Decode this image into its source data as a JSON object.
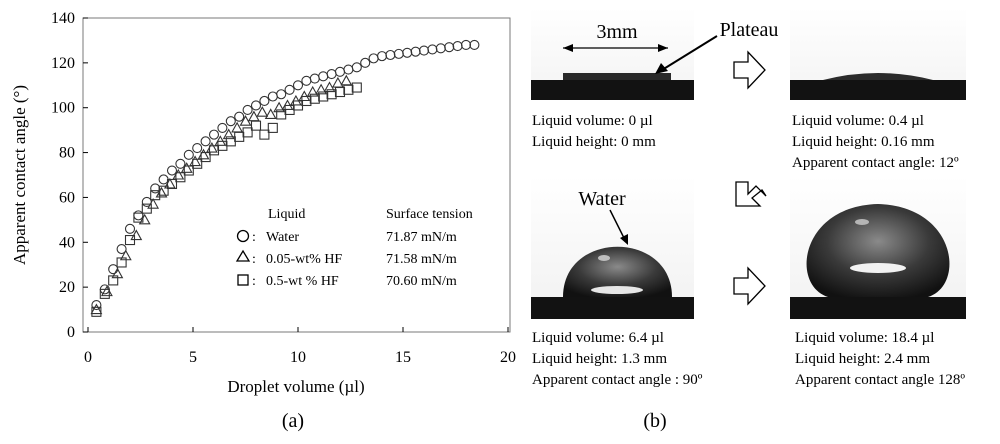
{
  "chart_data": {
    "type": "scatter",
    "xlabel": "Droplet volume (µl)",
    "ylabel": "Apparent contact angle (°)",
    "xlim": [
      0,
      20
    ],
    "ylim": [
      0,
      140
    ],
    "xticks": [
      "0",
      "5",
      "10",
      "15",
      "20"
    ],
    "yticks": [
      "0",
      "20",
      "40",
      "60",
      "80",
      "100",
      "120",
      "140"
    ],
    "grid": false,
    "legend": {
      "placement": "center-right",
      "col1_header": "Liquid",
      "col2_header": "Surface tension",
      "entries": [
        {
          "marker": "circle",
          "name": "Water",
          "prefix": ":",
          "tension": "71.87 mN/m"
        },
        {
          "marker": "triangle",
          "name": "0.05-wt% HF",
          "prefix": ":",
          "tension": "71.58 mN/m"
        },
        {
          "marker": "square",
          "name": "0.5-wt % HF",
          "prefix": ":",
          "tension": "70.60 mN/m"
        }
      ]
    },
    "series": [
      {
        "name": "Water",
        "marker": "circle",
        "points": [
          [
            0.4,
            12
          ],
          [
            0.8,
            19
          ],
          [
            1.2,
            28
          ],
          [
            1.6,
            37
          ],
          [
            2.0,
            46
          ],
          [
            2.4,
            52
          ],
          [
            2.8,
            58
          ],
          [
            3.2,
            64
          ],
          [
            3.6,
            68
          ],
          [
            4.0,
            72
          ],
          [
            4.4,
            75
          ],
          [
            4.8,
            79
          ],
          [
            5.2,
            82
          ],
          [
            5.6,
            85
          ],
          [
            6.0,
            88
          ],
          [
            6.4,
            91
          ],
          [
            6.8,
            94
          ],
          [
            7.2,
            96
          ],
          [
            7.6,
            99
          ],
          [
            8.0,
            101
          ],
          [
            8.4,
            103
          ],
          [
            8.8,
            105
          ],
          [
            9.2,
            106
          ],
          [
            9.6,
            108
          ],
          [
            10.0,
            110
          ],
          [
            10.4,
            112
          ],
          [
            10.8,
            113
          ],
          [
            11.2,
            114
          ],
          [
            11.6,
            115
          ],
          [
            12.0,
            116
          ],
          [
            12.4,
            117
          ],
          [
            12.8,
            118
          ],
          [
            13.2,
            120
          ],
          [
            13.6,
            122
          ],
          [
            14.0,
            123
          ],
          [
            14.4,
            123.5
          ],
          [
            14.8,
            124
          ],
          [
            15.2,
            124.5
          ],
          [
            15.6,
            125
          ],
          [
            16.0,
            125.5
          ],
          [
            16.4,
            126
          ],
          [
            16.8,
            126.5
          ],
          [
            17.2,
            127
          ],
          [
            17.6,
            127.5
          ],
          [
            18.0,
            128
          ],
          [
            18.4,
            128
          ]
        ]
      },
      {
        "name": "0.05-wt% HF",
        "marker": "triangle",
        "points": [
          [
            0.4,
            10
          ],
          [
            0.9,
            18
          ],
          [
            1.4,
            26
          ],
          [
            1.8,
            34
          ],
          [
            2.3,
            43
          ],
          [
            2.7,
            50
          ],
          [
            3.1,
            57
          ],
          [
            3.5,
            62
          ],
          [
            3.9,
            66
          ],
          [
            4.3,
            70
          ],
          [
            4.7,
            73
          ],
          [
            5.1,
            76
          ],
          [
            5.5,
            79
          ],
          [
            5.9,
            82
          ],
          [
            6.3,
            85
          ],
          [
            6.7,
            88
          ],
          [
            7.1,
            91
          ],
          [
            7.5,
            94
          ],
          [
            7.9,
            96
          ],
          [
            8.3,
            98
          ],
          [
            8.7,
            97
          ],
          [
            9.1,
            100
          ],
          [
            9.5,
            101
          ],
          [
            9.9,
            103
          ],
          [
            10.3,
            105
          ],
          [
            10.7,
            107
          ],
          [
            11.1,
            108
          ],
          [
            11.5,
            109
          ],
          [
            11.9,
            111
          ],
          [
            12.3,
            112
          ]
        ]
      },
      {
        "name": "0.5-wt % HF",
        "marker": "square",
        "points": [
          [
            0.4,
            9
          ],
          [
            0.8,
            17
          ],
          [
            1.2,
            23
          ],
          [
            1.6,
            31
          ],
          [
            2.0,
            41
          ],
          [
            2.4,
            51
          ],
          [
            2.8,
            55
          ],
          [
            3.2,
            61
          ],
          [
            3.6,
            63
          ],
          [
            4.0,
            66
          ],
          [
            4.4,
            69
          ],
          [
            4.8,
            72
          ],
          [
            5.2,
            75
          ],
          [
            5.6,
            78
          ],
          [
            6.0,
            81
          ],
          [
            6.4,
            83
          ],
          [
            6.8,
            85
          ],
          [
            7.2,
            87
          ],
          [
            7.6,
            89
          ],
          [
            8.0,
            92
          ],
          [
            8.4,
            88
          ],
          [
            8.8,
            91
          ],
          [
            9.2,
            97
          ],
          [
            9.6,
            99
          ],
          [
            10.0,
            101
          ],
          [
            10.4,
            103
          ],
          [
            10.8,
            104
          ],
          [
            11.2,
            105
          ],
          [
            11.6,
            106
          ],
          [
            12.0,
            107
          ],
          [
            12.4,
            108
          ],
          [
            12.8,
            109
          ]
        ]
      }
    ]
  },
  "panel_a_label": "(a)",
  "panel_b_label": "(b)",
  "photos": {
    "width_label": "3mm",
    "plateau_label": "Plateau",
    "water_label": "Water",
    "frames": [
      {
        "lines": [
          "Liquid volume:  0 µl",
          "Liquid height:  0 mm"
        ]
      },
      {
        "lines": [
          "Liquid volume:  0.4 µl",
          "Liquid height:  0.16 mm",
          "Apparent contact angle:  12º"
        ]
      },
      {
        "lines": [
          "Liquid volume:  6.4 µl",
          "Liquid height:  1.3 mm",
          "Apparent contact angle : 90º"
        ]
      },
      {
        "lines": [
          "Liquid volume:  18.4 µl",
          "Liquid height:  2.4 mm",
          "Apparent contact angle  128º"
        ]
      }
    ]
  }
}
